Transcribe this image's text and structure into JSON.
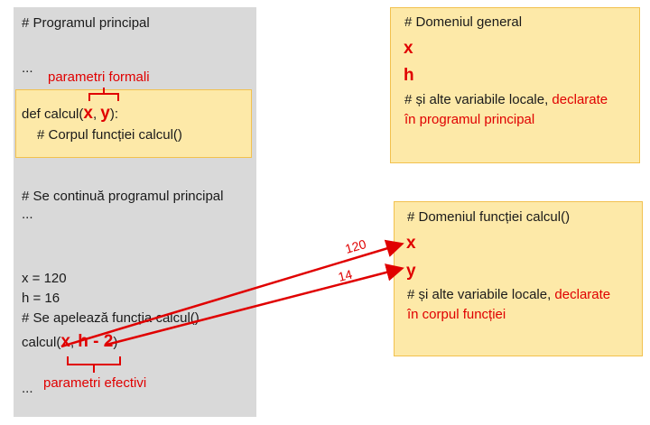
{
  "main_program": {
    "header": "# Programul principal",
    "dots_top": "...",
    "formal_params_label": "parametri formali",
    "def_prefix": "def calcul(",
    "param_x": "x",
    "comma": ", ",
    "param_y": "y",
    "def_suffix": "):",
    "body_comment": "# Corpul funcției calcul()",
    "continue_comment": "# Se continuă programul principal",
    "dots_mid": "...",
    "assign_x": "x = 120",
    "assign_h": "h = 16",
    "call_comment": "# Se apelează funcția calcul()",
    "call_prefix": "calcul(",
    "arg_x": "x",
    "arg_sep": ", ",
    "arg_h": "h - 2",
    "call_suffix": ")",
    "dots_bottom": "...",
    "actual_params_label": "parametri efectivi"
  },
  "global_scope": {
    "title": "# Domeniul general",
    "var1": "x",
    "var2": "h",
    "note_prefix": "# și alte variabile locale, ",
    "note_red1": "declarate",
    "note_red2": "în programul principal"
  },
  "function_scope": {
    "title": "# Domeniul funcției calcul()",
    "var1": "x",
    "var2": "y",
    "note_prefix": "# și alte variabile locale, ",
    "note_red1": "declarate",
    "note_red2": "în corpul funcției"
  },
  "arrows": {
    "label_x": "120",
    "label_y": "14"
  },
  "colors": {
    "red": "#e00000",
    "panel_gray": "#d9d9d9",
    "box_fill": "#fde9a8",
    "box_border": "#f2c14e"
  }
}
